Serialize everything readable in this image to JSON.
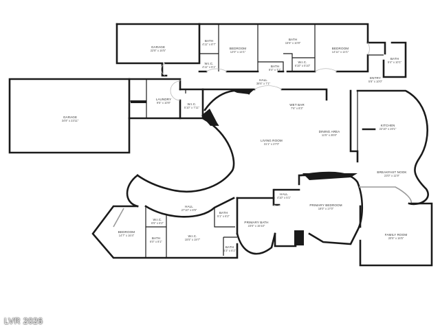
{
  "watermark": "LVR 2026",
  "rooms": [
    {
      "id": "garage_top",
      "name": "GARAGE",
      "dim": "22'8\" x 16'5\""
    },
    {
      "id": "bath_ul",
      "name": "BATH",
      "dim": "4'11\" x 8'7\""
    },
    {
      "id": "wic_ul",
      "name": "W.I.C.",
      "dim": "4'11\" x 5'1\""
    },
    {
      "id": "bedroom_top1",
      "name": "BEDROOM",
      "dim": "12'0\" x 14'1\""
    },
    {
      "id": "bath_top",
      "name": "BATH",
      "dim": "15'5\" x 10'8\""
    },
    {
      "id": "bath_small",
      "name": "BATH",
      "dim": "8'4\" x 7'1\""
    },
    {
      "id": "wic_top",
      "name": "W.I.C.",
      "dim": "6'10\" x 5'10\""
    },
    {
      "id": "bedroom_top2",
      "name": "BEDROOM",
      "dim": "14'11\" x 14'1\""
    },
    {
      "id": "bath_ur",
      "name": "BATH",
      "dim": "5'4\" x 10'1\""
    },
    {
      "id": "entry",
      "name": "ENTRY",
      "dim": "5'8\" x 10'0\""
    },
    {
      "id": "garage_left",
      "name": "GARAGE",
      "dim": "34'8\" x 23'11\""
    },
    {
      "id": "laundry",
      "name": "LAUNDRY",
      "dim": "9'5\" x 10'8\""
    },
    {
      "id": "wic_laundry",
      "name": "W.I.C.",
      "dim": "5'10\" x 7'11\""
    },
    {
      "id": "hall_top",
      "name": "HALL",
      "dim": "38'6\" x 7'1\""
    },
    {
      "id": "wet_bar",
      "name": "WET BAR",
      "dim": "7'6\" x 8'3\""
    },
    {
      "id": "dining",
      "name": "DINING AREA",
      "dim": "11'5\" x 25'8\""
    },
    {
      "id": "living",
      "name": "LIVING ROOM",
      "dim": "31'1\" x 27'0\""
    },
    {
      "id": "kitchen",
      "name": "KITCHEN",
      "dim": "22'10\" x 20'1\""
    },
    {
      "id": "breakfast",
      "name": "BREAKFAST NOOK",
      "dim": "23'0\" x 11'9\""
    },
    {
      "id": "hall_center",
      "name": "HALL",
      "dim": "4'10\" x 5'1\""
    },
    {
      "id": "primary_bed",
      "name": "PRIMARY BEDROOM",
      "dim": "18'0\" x 17'0\""
    },
    {
      "id": "hall_lower",
      "name": "HALL",
      "dim": "27'10\" x 8'9\""
    },
    {
      "id": "bath_lower1",
      "name": "BATH",
      "dim": "5'1\" x 6'2\""
    },
    {
      "id": "primary_bath",
      "name": "PRIMARY BATH",
      "dim": "23'0\" x 15'10\""
    },
    {
      "id": "bath_lower2",
      "name": "BATH",
      "dim": "5'3\" x 6'1\""
    },
    {
      "id": "wic_primary",
      "name": "W.I.C.",
      "dim": "15'5\" x 19'7\""
    },
    {
      "id": "bedroom_lower",
      "name": "BEDROOM",
      "dim": "14'7\" x 16'4\""
    },
    {
      "id": "wic_lower",
      "name": "W.I.C.",
      "dim": "6'5\" x 6'2\""
    },
    {
      "id": "bath_lower3",
      "name": "BATH",
      "dim": "6'0\" x 8'1\""
    },
    {
      "id": "family",
      "name": "FAMILY ROOM",
      "dim": "20'5\" x 16'5\""
    }
  ]
}
